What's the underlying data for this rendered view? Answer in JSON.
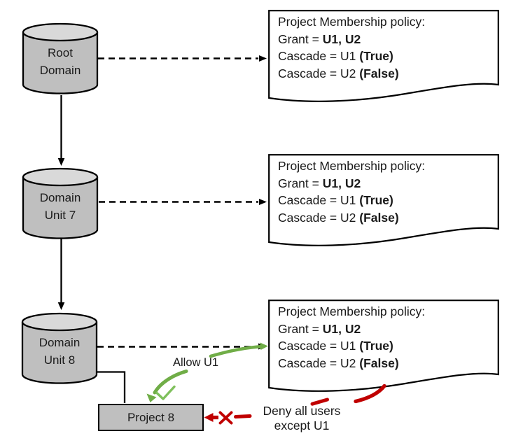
{
  "colors": {
    "node_fill": "#bfbfbf",
    "node_top_fill": "#d9d9d9",
    "outline": "#000000",
    "doc_fill": "#ffffff",
    "allow_green": "#70ad47",
    "check_green": "#7fc05c",
    "deny_red": "#c00000"
  },
  "nodes": {
    "root_domain": {
      "line1": "Root",
      "line2": "Domain"
    },
    "domain_unit_7": {
      "line1": "Domain",
      "line2": "Unit 7"
    },
    "domain_unit_8": {
      "line1": "Domain",
      "line2": "Unit 8"
    },
    "project_8": {
      "label": "Project 8"
    }
  },
  "policies": [
    {
      "title": "Project Membership policy:",
      "lines": [
        {
          "prefix": "Grant = ",
          "bold": "U1, U2"
        },
        {
          "prefix": "Cascade = U1 ",
          "bold": "(True)"
        },
        {
          "prefix": "Cascade = U2 ",
          "bold": "(False)"
        }
      ]
    },
    {
      "title": "Project Membership policy:",
      "lines": [
        {
          "prefix": "Grant = ",
          "bold": "U1, U2"
        },
        {
          "prefix": "Cascade = U1 ",
          "bold": "(True)"
        },
        {
          "prefix": "Cascade = U2 ",
          "bold": "(False)"
        }
      ]
    },
    {
      "title": "Project Membership policy:",
      "lines": [
        {
          "prefix": "Grant = ",
          "bold": "U1, U2"
        },
        {
          "prefix": "Cascade = U1 ",
          "bold": "(True)"
        },
        {
          "prefix": "Cascade = U2 ",
          "bold": "(False)"
        }
      ]
    }
  ],
  "annotations": {
    "allow_label": "Allow U1",
    "deny_line1": "Deny all users",
    "deny_line2": "except U1",
    "check_icon": "green-checkmark",
    "cross_icon": "red-x-mark"
  }
}
